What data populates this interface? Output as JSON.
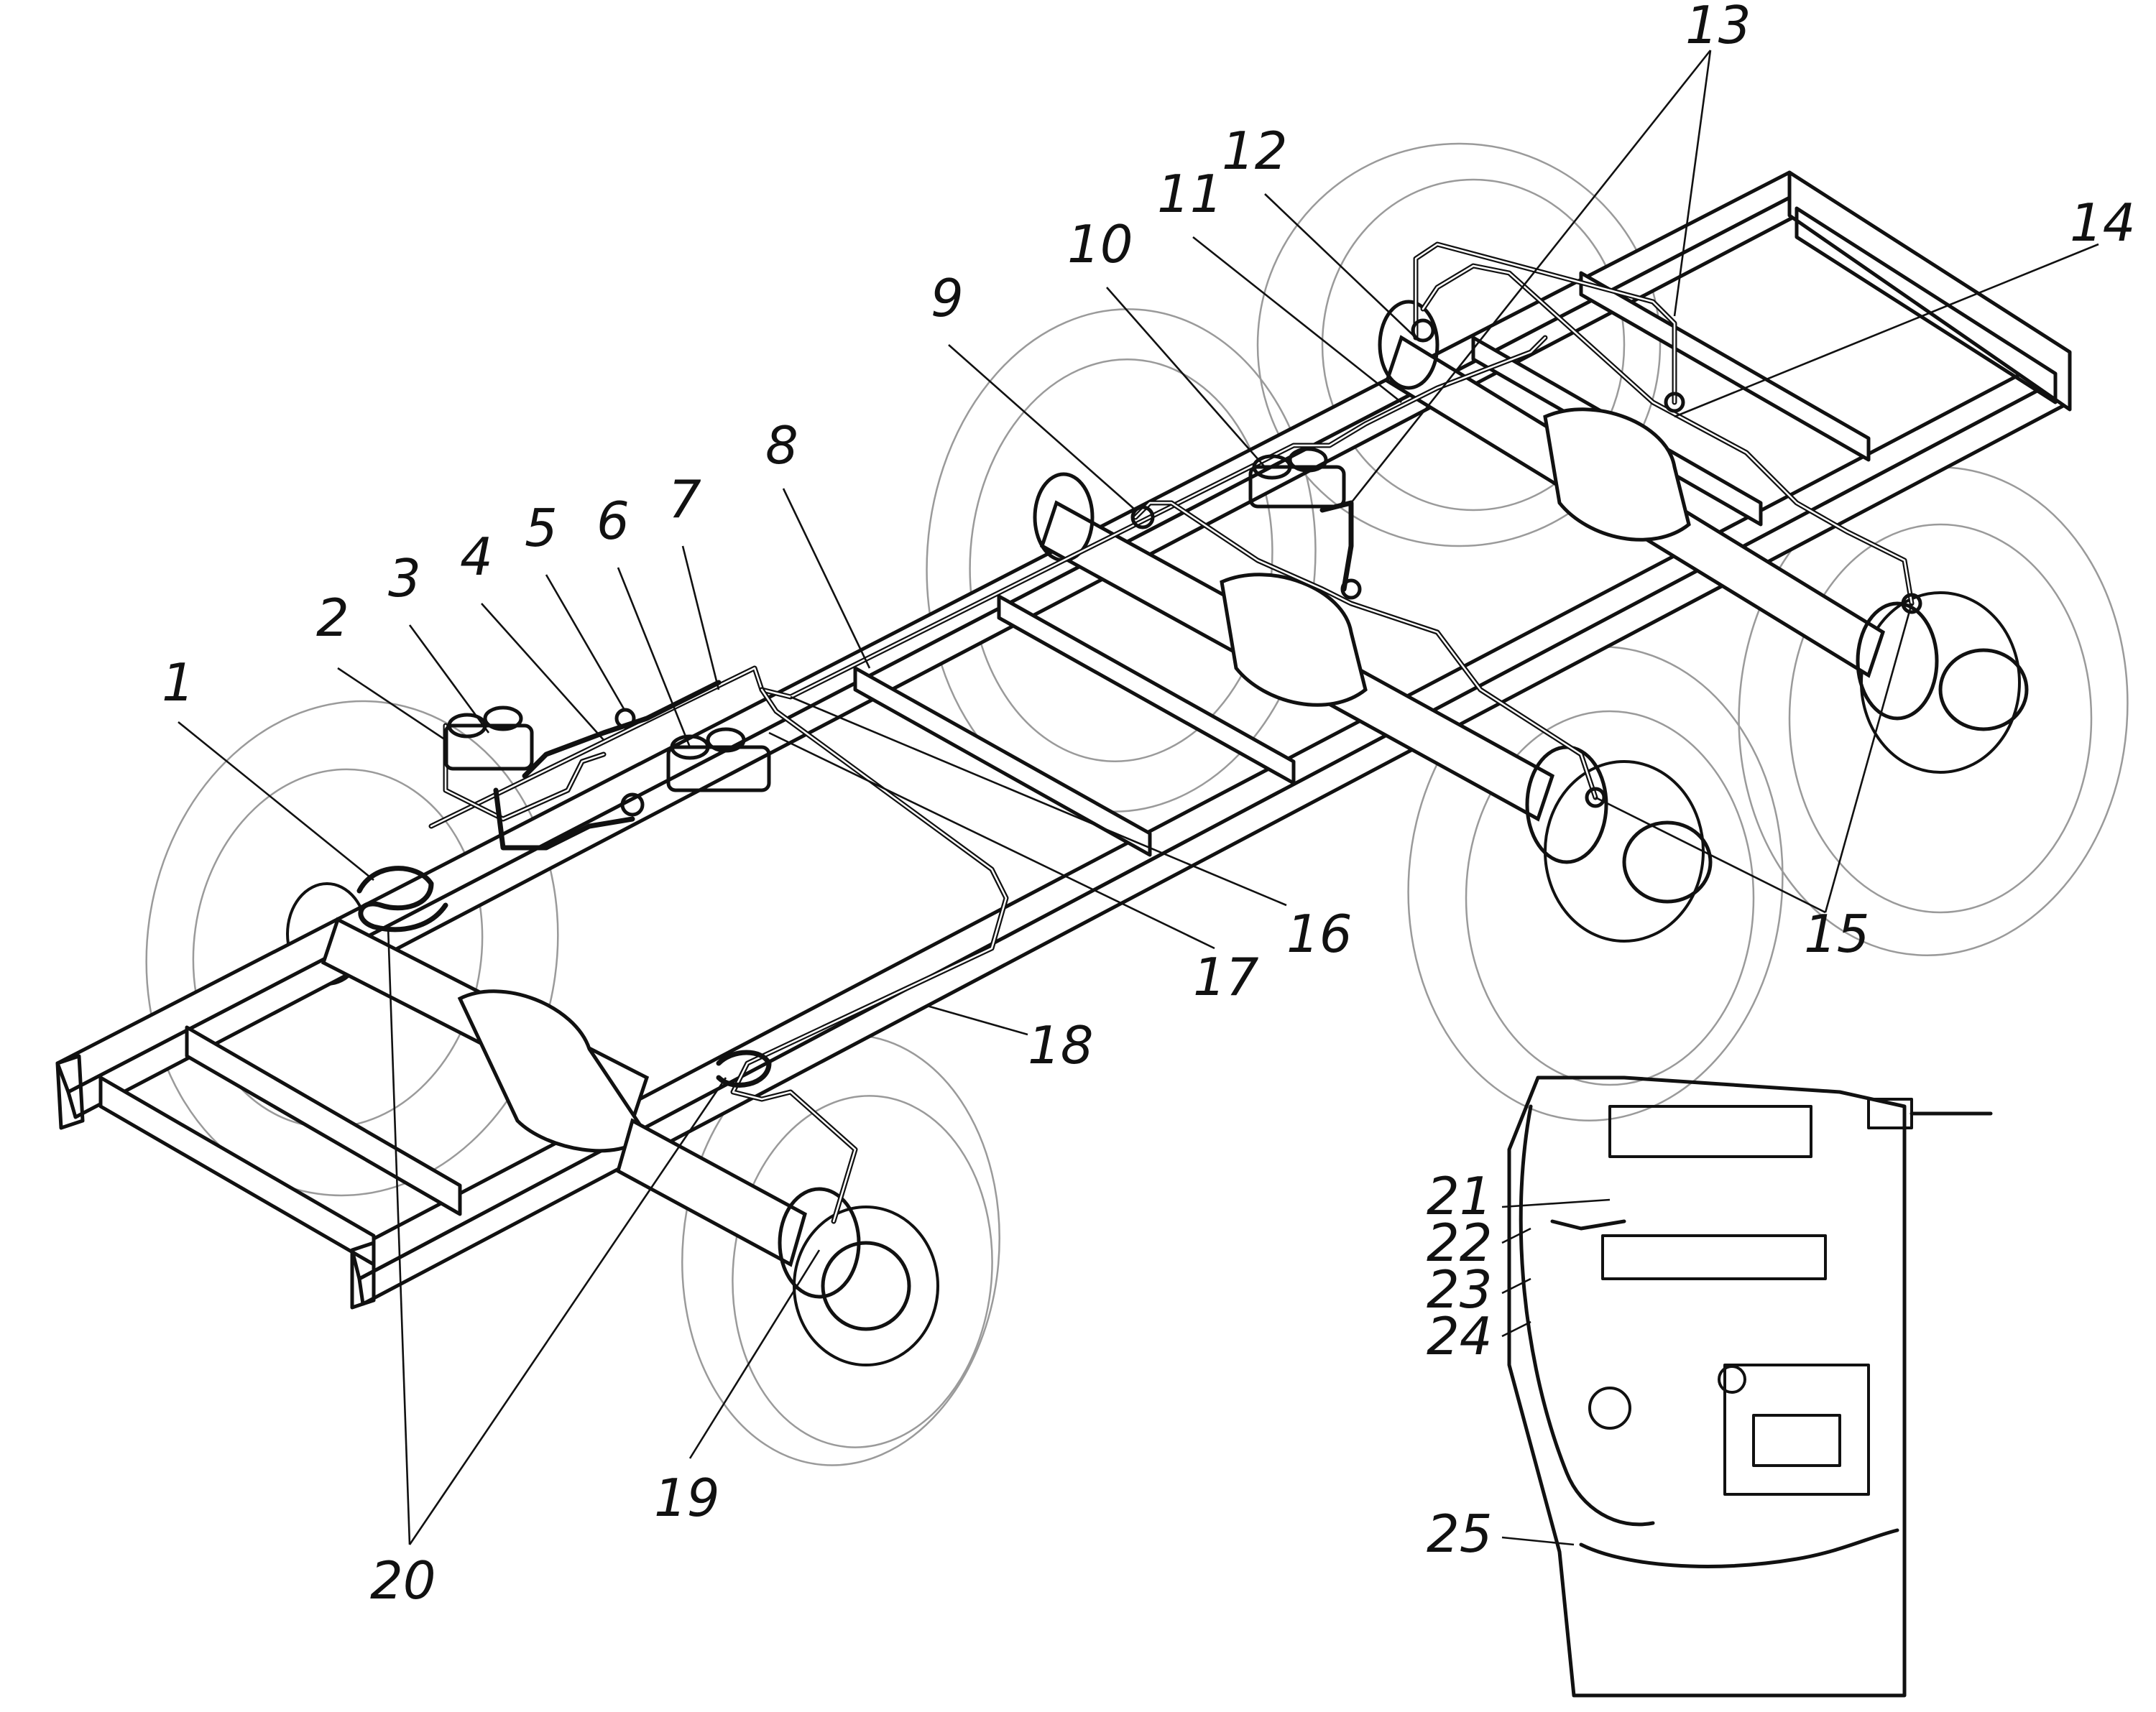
{
  "callouts": {
    "c1": "1",
    "c2": "2",
    "c3": "3",
    "c4": "4",
    "c5": "5",
    "c6": "6",
    "c7": "7",
    "c8": "8",
    "c9": "9",
    "c10": "10",
    "c11": "11",
    "c12": "12",
    "c13": "13",
    "c14": "14",
    "c15": "15",
    "c16": "16",
    "c17": "17",
    "c18": "18",
    "c19": "19",
    "c20": "20",
    "c21": "21",
    "c22": "22",
    "c23": "23",
    "c24": "24",
    "c25": "25"
  },
  "colors": {
    "ink": "#111111",
    "tire_outline": "#9a9a9a",
    "paper": "#ffffff"
  }
}
